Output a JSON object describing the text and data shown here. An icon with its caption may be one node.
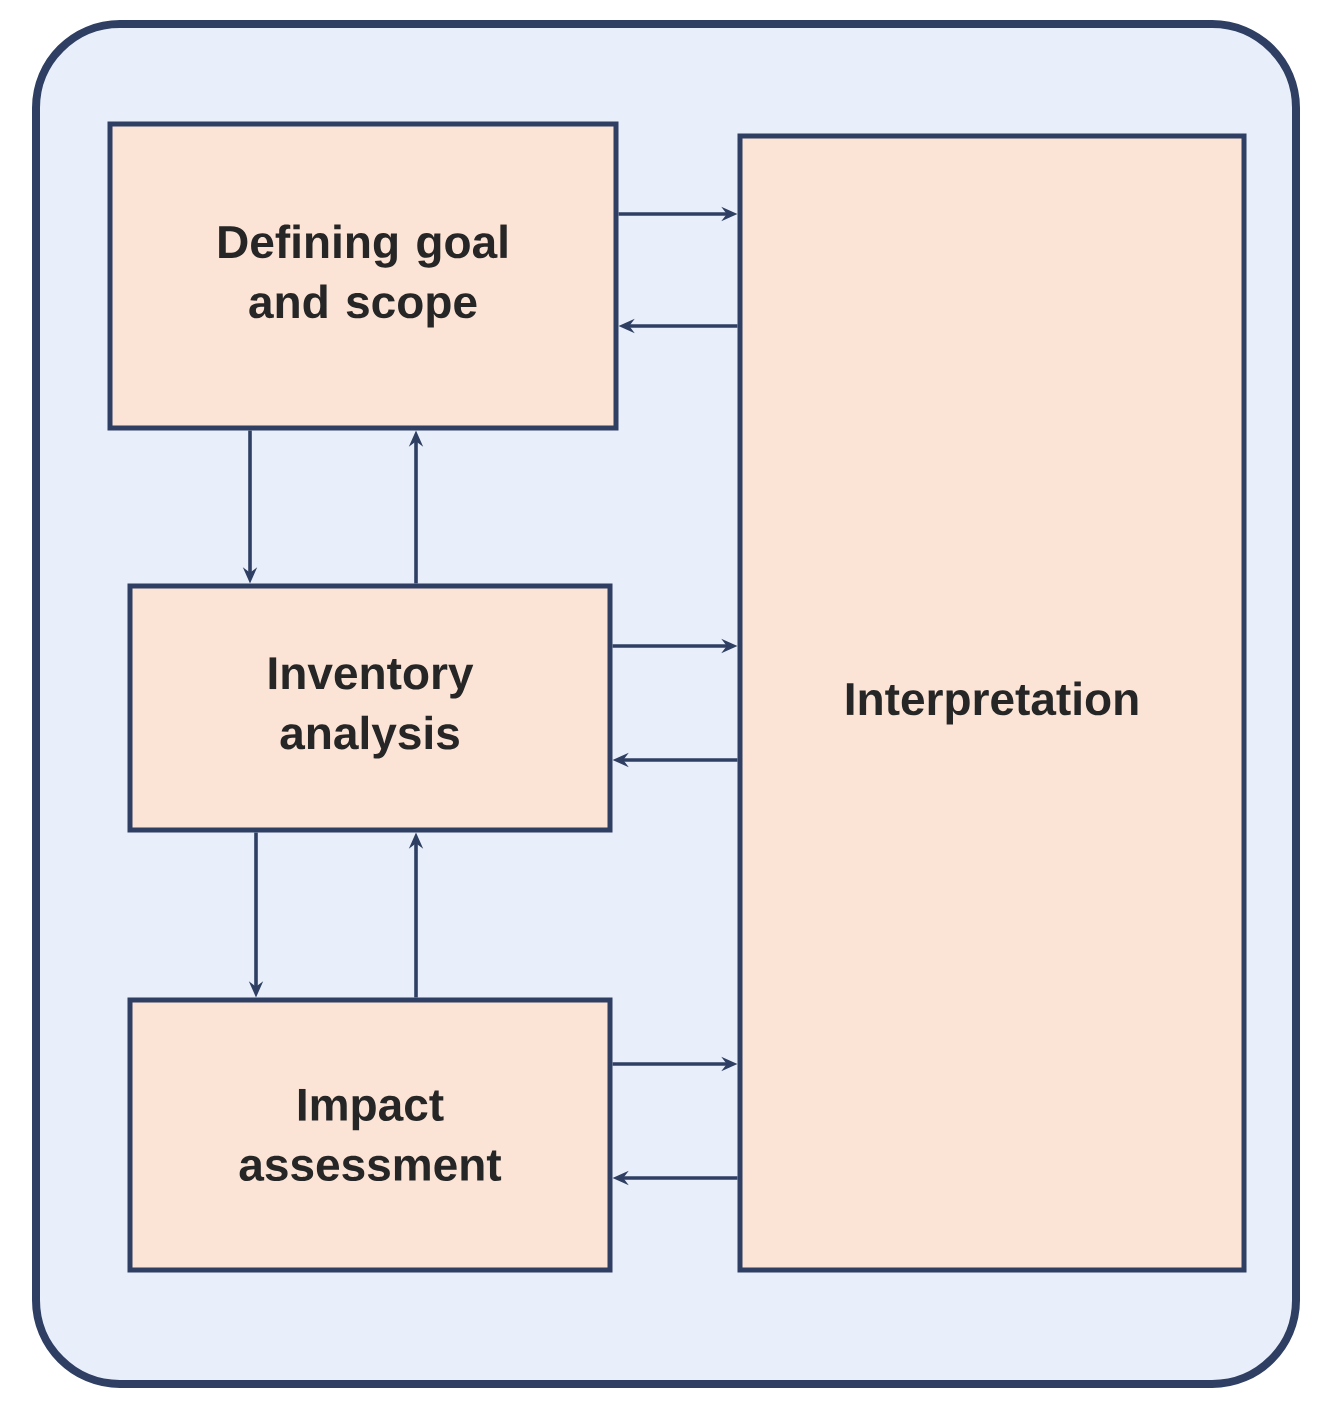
{
  "diagram": {
    "nodes": [
      {
        "text": [
          "Defining goal and scope"
        ]
      },
      {
        "text": [
          "Inventory analysis"
        ]
      },
      {
        "text": [
          "Impact assessment"
        ]
      },
      {
        "text": [
          "Interpretation"
        ]
      }
    ],
    "edges": [
      {
        "from": 0,
        "to": 3,
        "arrow": "to"
      },
      {
        "from": 3,
        "to": 0,
        "arrow": "to"
      },
      {
        "from": 0,
        "to": 1,
        "arrow": "to"
      },
      {
        "from": 1,
        "to": 0,
        "arrow": "to"
      },
      {
        "from": 1,
        "to": 3,
        "arrow": "to"
      },
      {
        "from": 3,
        "to": 1,
        "arrow": "to"
      },
      {
        "from": 1,
        "to": 2,
        "arrow": "to"
      },
      {
        "from": 2,
        "to": 1,
        "arrow": "to"
      },
      {
        "from": 2,
        "to": 3,
        "arrow": "to"
      },
      {
        "from": 3,
        "to": 2,
        "arrow": "to"
      }
    ]
  }
}
